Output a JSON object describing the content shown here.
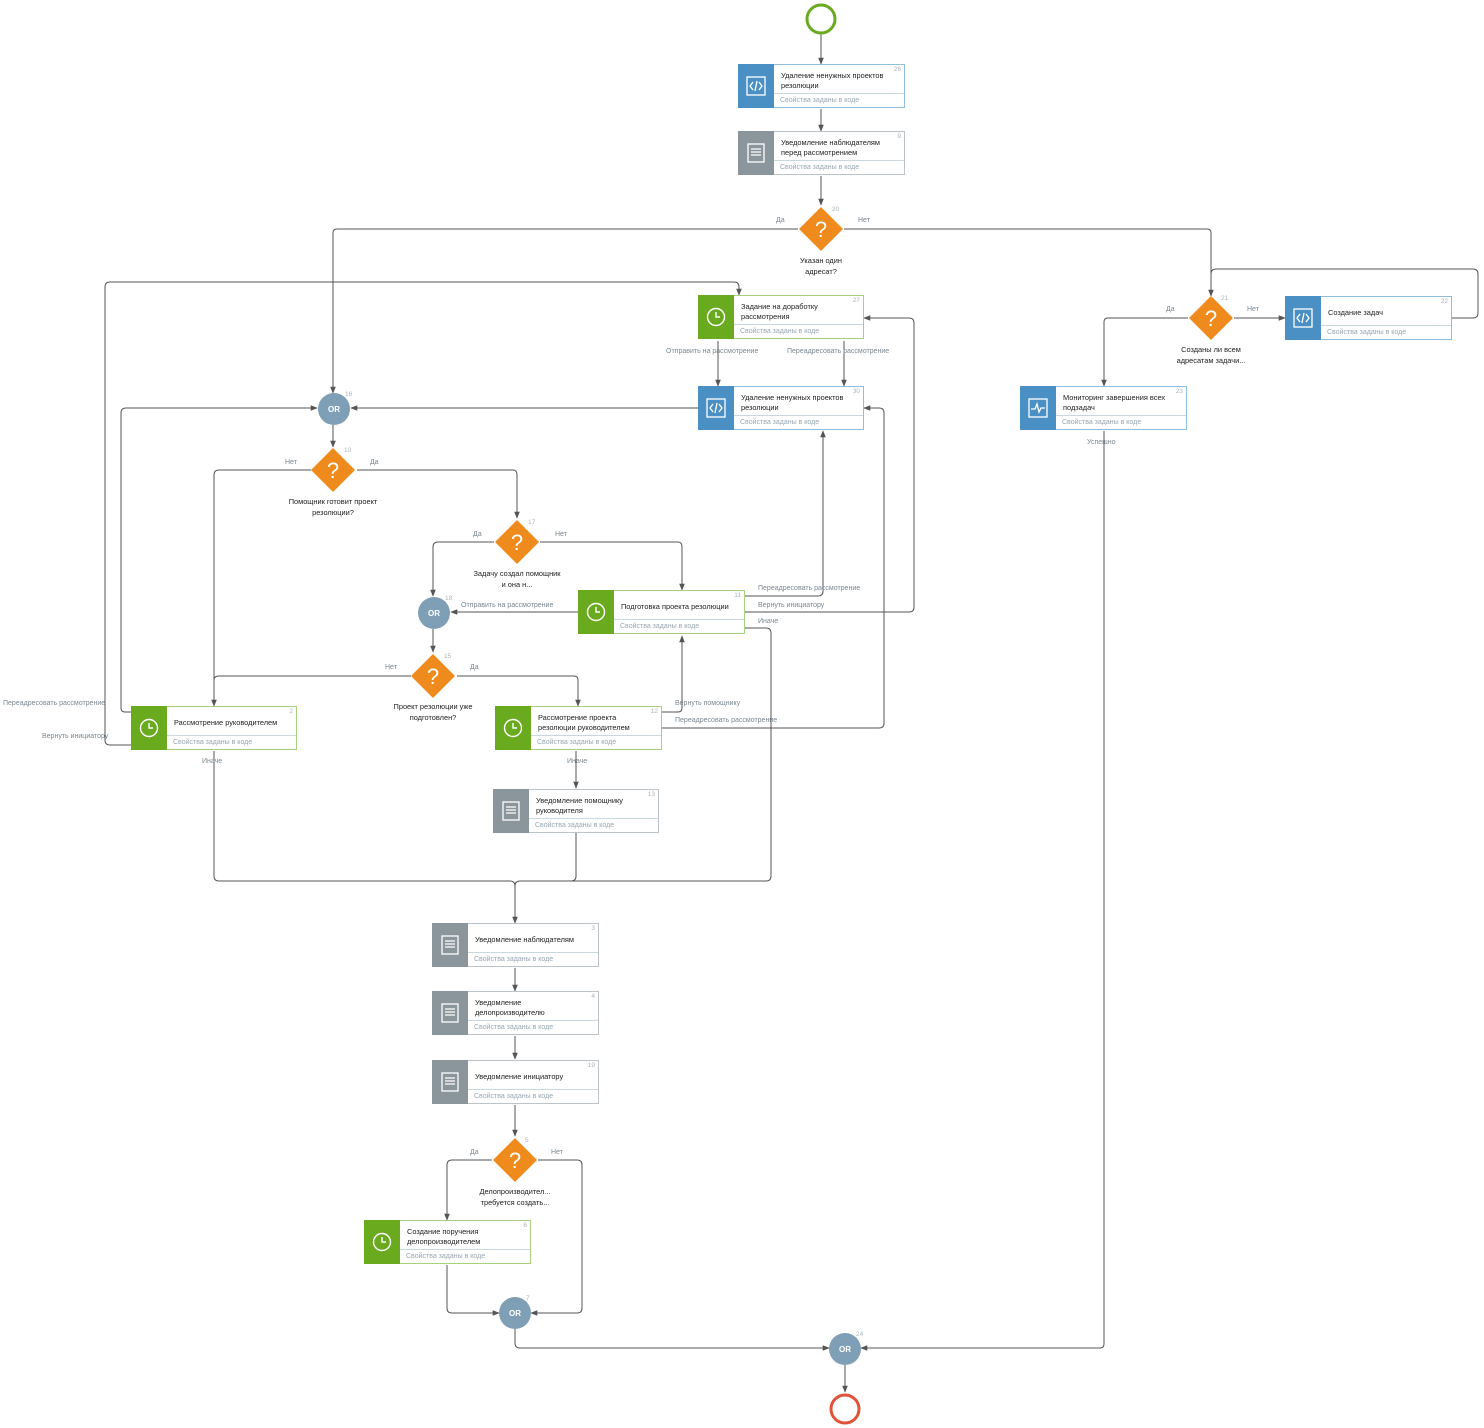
{
  "colors": {
    "script": "#4a90c4",
    "task": "#6aaa1f",
    "notification": "#8b959c",
    "decision": "#ef8b1c",
    "or": "#7f9fb6",
    "start": "#6aaa1f",
    "end": "#e0533a",
    "line": "#555555"
  },
  "props_text": "Свойства заданы в коде",
  "blocks": [
    {
      "id": "b26",
      "type": "script",
      "icon": "code-icon",
      "num": "26",
      "title": "Удаление ненужных проектов резолюции"
    },
    {
      "id": "b9",
      "type": "notif",
      "icon": "document-icon",
      "num": "9",
      "title": "Уведомление наблюдателям перед рассмотрением"
    },
    {
      "id": "b27",
      "type": "task",
      "icon": "clock-icon",
      "num": "27",
      "title": "Задание на доработку рассмотрения"
    },
    {
      "id": "b30",
      "type": "script",
      "icon": "code-icon",
      "num": "30",
      "title": "Удаление ненужных проектов резолюции"
    },
    {
      "id": "b22",
      "type": "script",
      "icon": "code-icon",
      "num": "22",
      "title": "Создание задач"
    },
    {
      "id": "b23",
      "type": "monitor",
      "icon": "pulse-icon",
      "num": "23",
      "title": "Мониторинг завершения всех подзадач"
    },
    {
      "id": "b11",
      "type": "task",
      "icon": "clock-icon",
      "num": "11",
      "title": "Подготовка проекта резолюции"
    },
    {
      "id": "b2",
      "type": "task",
      "icon": "clock-icon",
      "num": "2",
      "title": "Рассмотрение руководителем"
    },
    {
      "id": "b12",
      "type": "task",
      "icon": "clock-icon",
      "num": "12",
      "title": "Рассмотрение проекта резолюции руководителем"
    },
    {
      "id": "b13",
      "type": "notif",
      "icon": "document-icon",
      "num": "13",
      "title": "Уведомление помощнику руководителя"
    },
    {
      "id": "b3",
      "type": "notif",
      "icon": "document-icon",
      "num": "3",
      "title": "Уведомление наблюдателям"
    },
    {
      "id": "b4",
      "type": "notif",
      "icon": "document-icon",
      "num": "4",
      "title": "Уведомление делопроизводителю"
    },
    {
      "id": "b19",
      "type": "notif",
      "icon": "document-icon",
      "num": "19",
      "title": "Уведомление инициатору"
    },
    {
      "id": "b6",
      "type": "task",
      "icon": "clock-icon",
      "num": "6",
      "title": "Создание поручения делопроизводителем"
    }
  ],
  "decisions": [
    {
      "id": "d20",
      "num": "20",
      "label": "Указан один адресат?"
    },
    {
      "id": "d21",
      "num": "21",
      "label": "Созданы ли всем адресатам задачи..."
    },
    {
      "id": "d10",
      "num": "10",
      "label": "Помощник готовит проект резолюции?"
    },
    {
      "id": "d17",
      "num": "17",
      "label": "Задачу создал помощник и она н..."
    },
    {
      "id": "d15",
      "num": "15",
      "label": "Проект резолюции уже подготовлен?"
    },
    {
      "id": "d5",
      "num": "5",
      "label": "Делопроизводител... требуется создать..."
    }
  ],
  "or_gateways": [
    {
      "id": "o16",
      "num": "16",
      "label": "OR"
    },
    {
      "id": "o18",
      "num": "18",
      "label": "OR"
    },
    {
      "id": "o7",
      "num": "7",
      "label": "OR"
    },
    {
      "id": "o24",
      "num": "24",
      "label": "OR"
    }
  ],
  "flow_labels": {
    "yes": "Да",
    "no": "Нет",
    "send_review": "Отправить на рассмотрение",
    "redirect_review": "Переадресовать рассмотрение",
    "return_initiator": "Вернуть инициатору",
    "return_assistant": "Вернуть помощнику",
    "otherwise": "Иначе",
    "success": "Успешно"
  }
}
